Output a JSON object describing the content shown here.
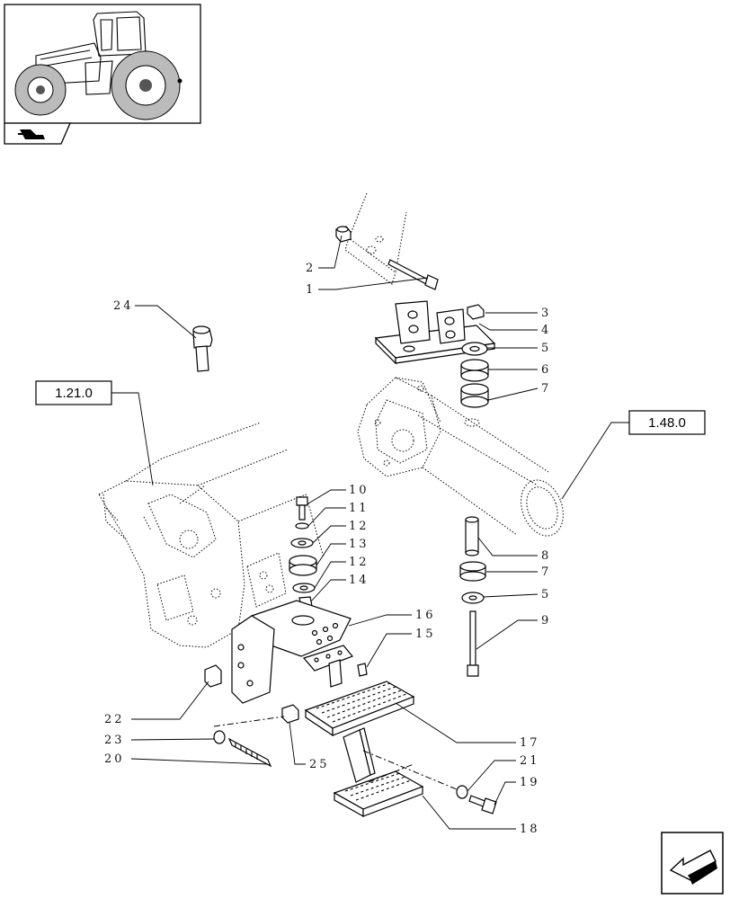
{
  "references": {
    "transmission": "1.21.0",
    "front_axle": "1.48.0"
  },
  "callouts": [
    {
      "id": "c1",
      "label": "1"
    },
    {
      "id": "c2",
      "label": "2"
    },
    {
      "id": "c3",
      "label": "3"
    },
    {
      "id": "c4",
      "label": "4"
    },
    {
      "id": "c5a",
      "label": "5"
    },
    {
      "id": "c6",
      "label": "6"
    },
    {
      "id": "c7a",
      "label": "7"
    },
    {
      "id": "c8",
      "label": "8"
    },
    {
      "id": "c7b",
      "label": "7"
    },
    {
      "id": "c5b",
      "label": "5"
    },
    {
      "id": "c9",
      "label": "9"
    },
    {
      "id": "c10",
      "label": "10"
    },
    {
      "id": "c11",
      "label": "11"
    },
    {
      "id": "c12a",
      "label": "12"
    },
    {
      "id": "c13",
      "label": "13"
    },
    {
      "id": "c12b",
      "label": "12"
    },
    {
      "id": "c14",
      "label": "14"
    },
    {
      "id": "c16",
      "label": "16"
    },
    {
      "id": "c15",
      "label": "15"
    },
    {
      "id": "c17",
      "label": "17"
    },
    {
      "id": "c21",
      "label": "21"
    },
    {
      "id": "c19",
      "label": "19"
    },
    {
      "id": "c18",
      "label": "18"
    },
    {
      "id": "c22",
      "label": "22"
    },
    {
      "id": "c23",
      "label": "23"
    },
    {
      "id": "c20",
      "label": "20"
    },
    {
      "id": "c25",
      "label": "25"
    },
    {
      "id": "c24",
      "label": "24"
    }
  ],
  "icons": {
    "thumbnail": "tractor-thumbnail",
    "section": "section-tab-icon",
    "nav": "next-page-arrow-icon"
  }
}
